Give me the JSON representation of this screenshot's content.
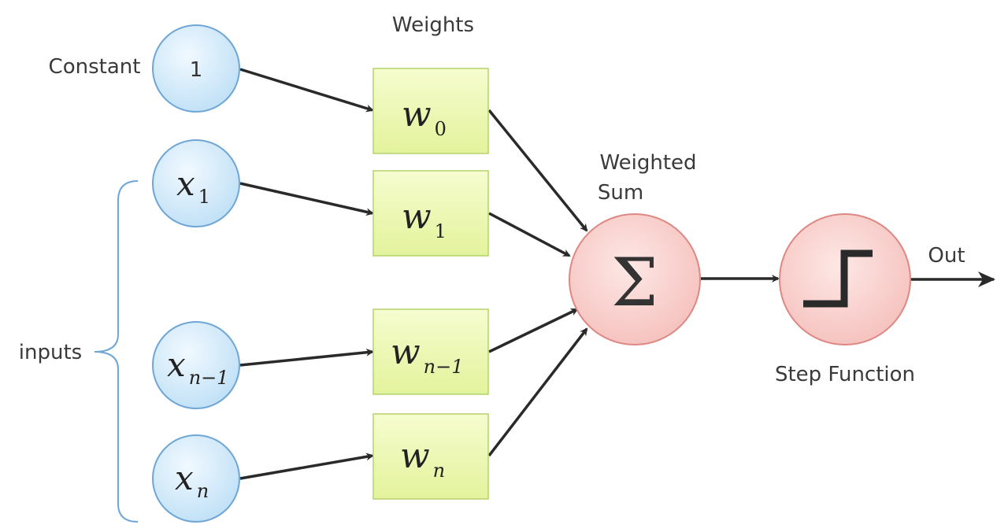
{
  "labels": {
    "weights": "Weights",
    "constant": "Constant",
    "inputs": "inputs",
    "weighted_sum_line1": "Weighted",
    "weighted_sum_line2": "Sum",
    "step_function": "Step Function",
    "out": "Out"
  },
  "nodes": {
    "constant_value": "1",
    "x1": {
      "base": "x",
      "sub": "1"
    },
    "xn1": {
      "base": "x",
      "sub": "n−1"
    },
    "xn": {
      "base": "x",
      "sub": "n"
    }
  },
  "weights": {
    "w0": {
      "base": "w",
      "sub": "0"
    },
    "w1": {
      "base": "w",
      "sub": "1"
    },
    "wn1": {
      "base": "w",
      "sub": "n−1"
    },
    "wn": {
      "base": "w",
      "sub": "n"
    }
  },
  "sum_symbol": "Σ",
  "colors": {
    "input_fill": "#d3ebfa",
    "input_stroke": "#6fa6d6",
    "weight_fill": "#eaf7b3",
    "weight_stroke": "#b5d36a",
    "neuron_fill": "#f9d2d0",
    "neuron_stroke": "#dd8883",
    "bracket": "#6fa6d6",
    "arrow": "#2a2a2a"
  },
  "icons": {
    "step": "step-function-icon",
    "sum": "sigma-icon"
  }
}
